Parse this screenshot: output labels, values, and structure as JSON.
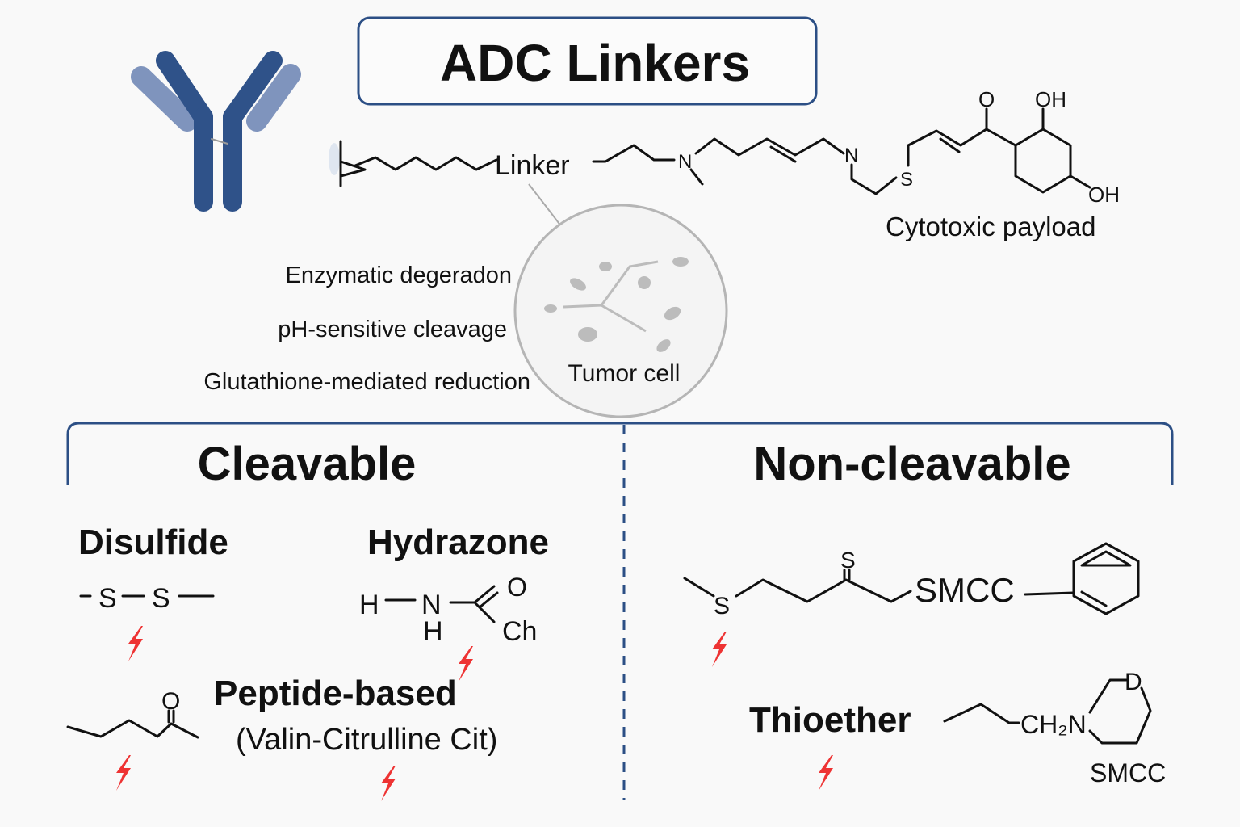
{
  "title": "ADC Linkers",
  "top": {
    "linker_label": "Linker",
    "atoms": {
      "n1": "N",
      "n2": "N",
      "s": "S",
      "o": "O",
      "oh1": "OH",
      "oh2": "OH"
    },
    "payload_label": "Cytotoxic payload",
    "mechanisms": [
      "Enzymatic degeradon",
      "pH-sensitive cleavage",
      "Glutathione-mediated reduction"
    ],
    "tumor_label": "Tumor cell"
  },
  "cleavable": {
    "heading": "Cleavable",
    "disulfide": {
      "label": "Disulfide",
      "formula": [
        "S",
        "S"
      ]
    },
    "hydrazone": {
      "label": "Hydrazone",
      "atoms": {
        "h1": "H",
        "n": "N",
        "h2": "H",
        "o": "O",
        "ch": "Ch"
      }
    },
    "ketone_o": "O",
    "peptide": {
      "label": "Peptide-based",
      "sub": "(Valin-Citrulline  Cit)"
    }
  },
  "noncleavable": {
    "heading": "Non-cleavable",
    "smcc": {
      "s1": "S",
      "s2": "S",
      "label": "SMCC"
    },
    "thioether": {
      "label": "Thioether",
      "ch2n": "CH₂N",
      "d": "D",
      "smcc": "SMCC"
    }
  },
  "colors": {
    "frame": "#2c4f85",
    "antibody_dark": "#2f5289",
    "antibody_light": "#7f94bd",
    "cleavage": "#ee3333",
    "circle": "#b5b5b5"
  },
  "icons": [
    "antibody-icon",
    "lightning-bolt-icon",
    "tumor-cell-icon"
  ]
}
